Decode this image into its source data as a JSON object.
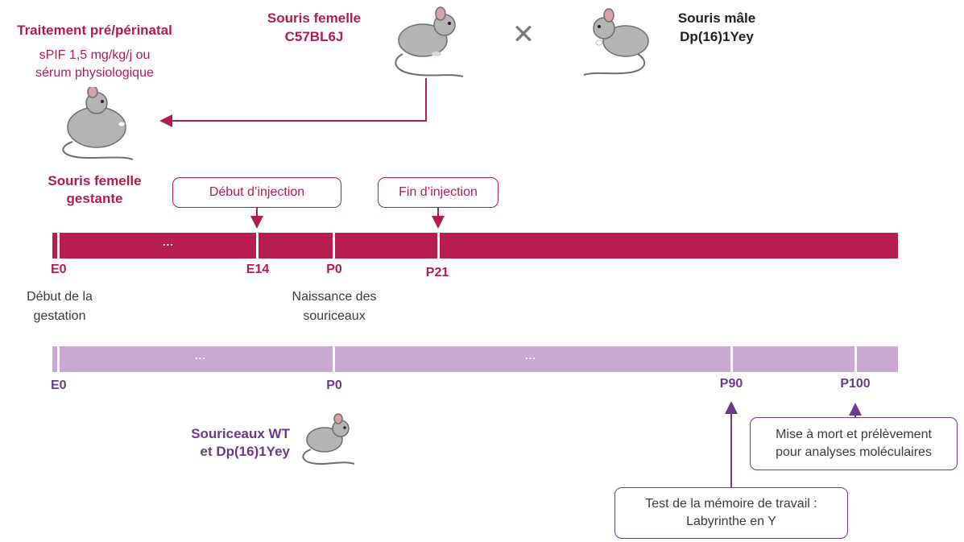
{
  "treatment": {
    "title": "Traitement pré/périnatal",
    "dose_line1": "sPIF 1,5 mg/kg/j ou",
    "dose_line2": "sérum physiologique"
  },
  "female": {
    "line1": "Souris femelle",
    "line2": "C57BL6J"
  },
  "cross_symbol": "✕",
  "male": {
    "line1": "Souris mâle",
    "line2": "Dp(16)1Yey"
  },
  "pregnant": {
    "line1": "Souris femelle",
    "line2": "gestante"
  },
  "injection_start": "Début d’injection",
  "injection_end": "Fin d’injection",
  "top_timeline": {
    "ellipsis": "...",
    "labels": [
      "E0",
      "E14",
      "P0",
      "P21"
    ]
  },
  "gestation_start": {
    "line1": "Début de la",
    "line2": "gestation"
  },
  "birth": {
    "line1": "Naissance des",
    "line2": "souriceaux"
  },
  "bottom_timeline": {
    "ellipsis1": "...",
    "ellipsis2": "...",
    "labels": [
      "E0",
      "P0",
      "P90",
      "P100"
    ]
  },
  "pups": {
    "line1": "Souriceaux WT",
    "line2": "et Dp(16)1Yey"
  },
  "sacrifice": {
    "line1": "Mise à mort et prélèvement",
    "line2": "pour analyses moléculaires"
  },
  "memory_test": {
    "line1": "Test de la mémoire de travail :",
    "line2": "Labyrinthe en Y"
  },
  "colors": {
    "crimson": "#b81d52",
    "lilac": "#cba7d4",
    "violet": "#6b3a8f"
  }
}
